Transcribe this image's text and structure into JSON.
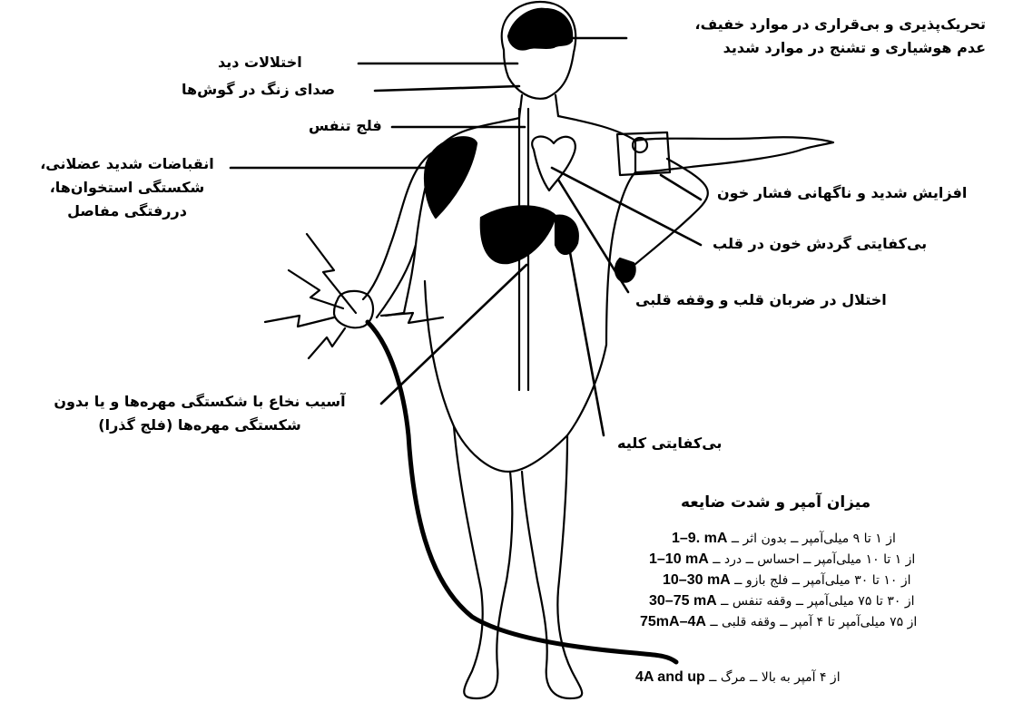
{
  "labels": {
    "brain": "تحریک‌پذیری و بی‌قراری در موارد خفیف،\nعدم هوشیاری و تشنج در موارد شدید",
    "vision": "اختلالات دید",
    "ringing": "صدای زنگ در گوش‌ها",
    "respiratory_paralysis": "فلج تنفس",
    "muscle": "انقباضات شدید عضلانی،\nشکستگی استخوان‌ها،\nدررفتگی مفاصل",
    "blood_pressure": "افزایش شدید و ناگهانی فشار خون",
    "circulation": "بی‌کفایتی گردش خون در قلب",
    "heart": "اختلال در ضربان قلب و وقفه قلبی",
    "spinal": "آسیب نخاع با شکستگی مهره‌ها و یا بدون\nشکستگی مهره‌ها  (فلج گذرا)",
    "kidney": "بی‌کفایتی کلیه"
  },
  "legend": {
    "title": "میزان آمپر و شدت ضایعه",
    "rows": [
      {
        "current": "1–9.  mA",
        "desc": "از ۱ تا ۹ میلی‌آمپر ــ بدون اثر ــ"
      },
      {
        "current": "1–10 mA",
        "desc": "از ۱ تا ۱۰ میلی‌آمپر ــ احساس ــ درد ــ"
      },
      {
        "current": "10–30 mA",
        "desc": "از ۱۰ تا ۳۰ میلی‌آمپر ــ فلج بازو ــ"
      },
      {
        "current": "30–75 mA",
        "desc": "از ۳۰ تا ۷۵ میلی‌آمپر ــ وقفه تنفس ــ"
      },
      {
        "current": "75mA–4A",
        "desc": "از ۷۵ میلی‌آمپر تا ۴ آمپر ــ وقفه قلبی ــ"
      },
      {
        "current": "4A and up",
        "desc": "از ۴ آمپر به بالا ــ مرگ ــ"
      }
    ]
  }
}
